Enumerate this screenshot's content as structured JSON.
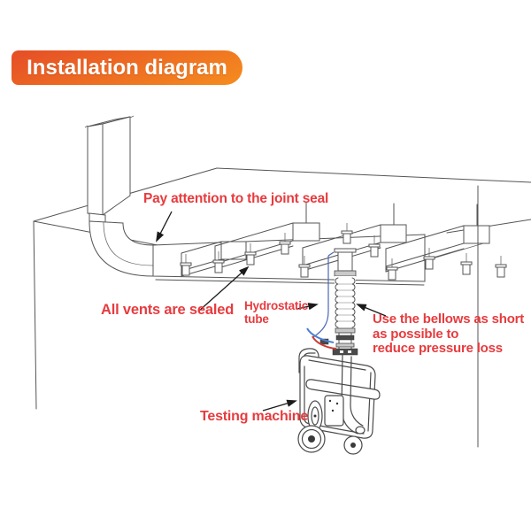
{
  "banner": {
    "label": "Installation diagram"
  },
  "annotations": {
    "joint_seal": "Pay attention to the joint seal",
    "vents_sealed": "All vents are sealed",
    "hydrostatic_tube": "Hydrostatic tube",
    "bellows_note": {
      "line1": "Use the bellows as short",
      "line2": "as possible to",
      "line3": "reduce pressure loss"
    },
    "testing_machine": "Testing machine"
  },
  "colors": {
    "banner_gradient_start": "#e54d27",
    "banner_gradient_end": "#f58d1e",
    "annotation_red": "#e73b3e",
    "line_art": "#555555",
    "hose_red": "#cf3a31",
    "hose_blue": "#4a7fd4"
  }
}
